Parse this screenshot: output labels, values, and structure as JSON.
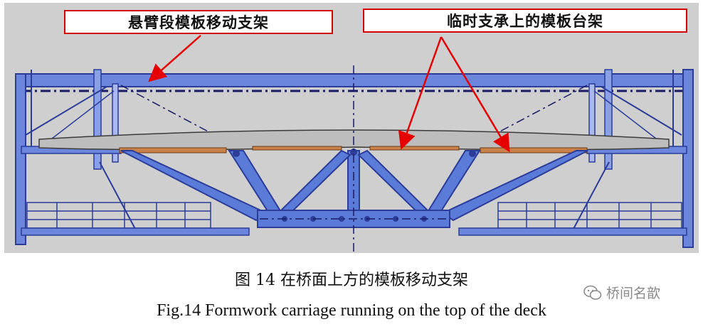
{
  "labels": {
    "cantilever_support": "悬臂段模板移动支架",
    "temporary_frame": "临时支承上的模板台架"
  },
  "caption": {
    "chinese": "图 14 在桥面上方的模板移动支架",
    "english": "Fig.14 Formwork carriage running on the top of the deck"
  },
  "watermark": "桥间名歆",
  "colors": {
    "background": "#cfcfcf",
    "steel": "#5b7bd8",
    "steel_dark": "#2b3c99",
    "deck": "#c9c9c9",
    "formwork": "#c9824a",
    "callout_border": "#d40000",
    "arrow": "#e60000"
  }
}
